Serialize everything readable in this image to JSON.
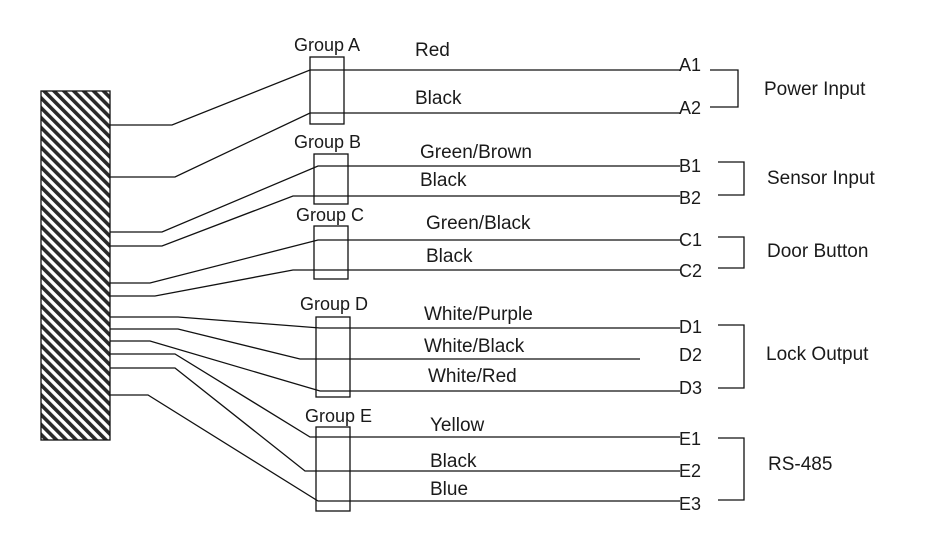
{
  "groups": [
    {
      "label": "Group A",
      "function": "Power Input",
      "wires": [
        {
          "color": "Red",
          "terminal": "A1"
        },
        {
          "color": "Black",
          "terminal": "A2"
        }
      ]
    },
    {
      "label": "Group B",
      "function": "Sensor Input",
      "wires": [
        {
          "color": "Green/Brown",
          "terminal": "B1"
        },
        {
          "color": "Black",
          "terminal": "B2"
        }
      ]
    },
    {
      "label": "Group C",
      "function": "Door Button",
      "wires": [
        {
          "color": "Green/Black",
          "terminal": "C1"
        },
        {
          "color": "Black",
          "terminal": "C2"
        }
      ]
    },
    {
      "label": "Group D",
      "function": "Lock Output",
      "wires": [
        {
          "color": "White/Purple",
          "terminal": "D1"
        },
        {
          "color": "White/Black",
          "terminal": "D2"
        },
        {
          "color": "White/Red",
          "terminal": "D3"
        }
      ]
    },
    {
      "label": "Group E",
      "function": "RS-485",
      "wires": [
        {
          "color": "Yellow",
          "terminal": "E1"
        },
        {
          "color": "Black",
          "terminal": "E2"
        },
        {
          "color": "Blue",
          "terminal": "E3"
        }
      ]
    }
  ]
}
